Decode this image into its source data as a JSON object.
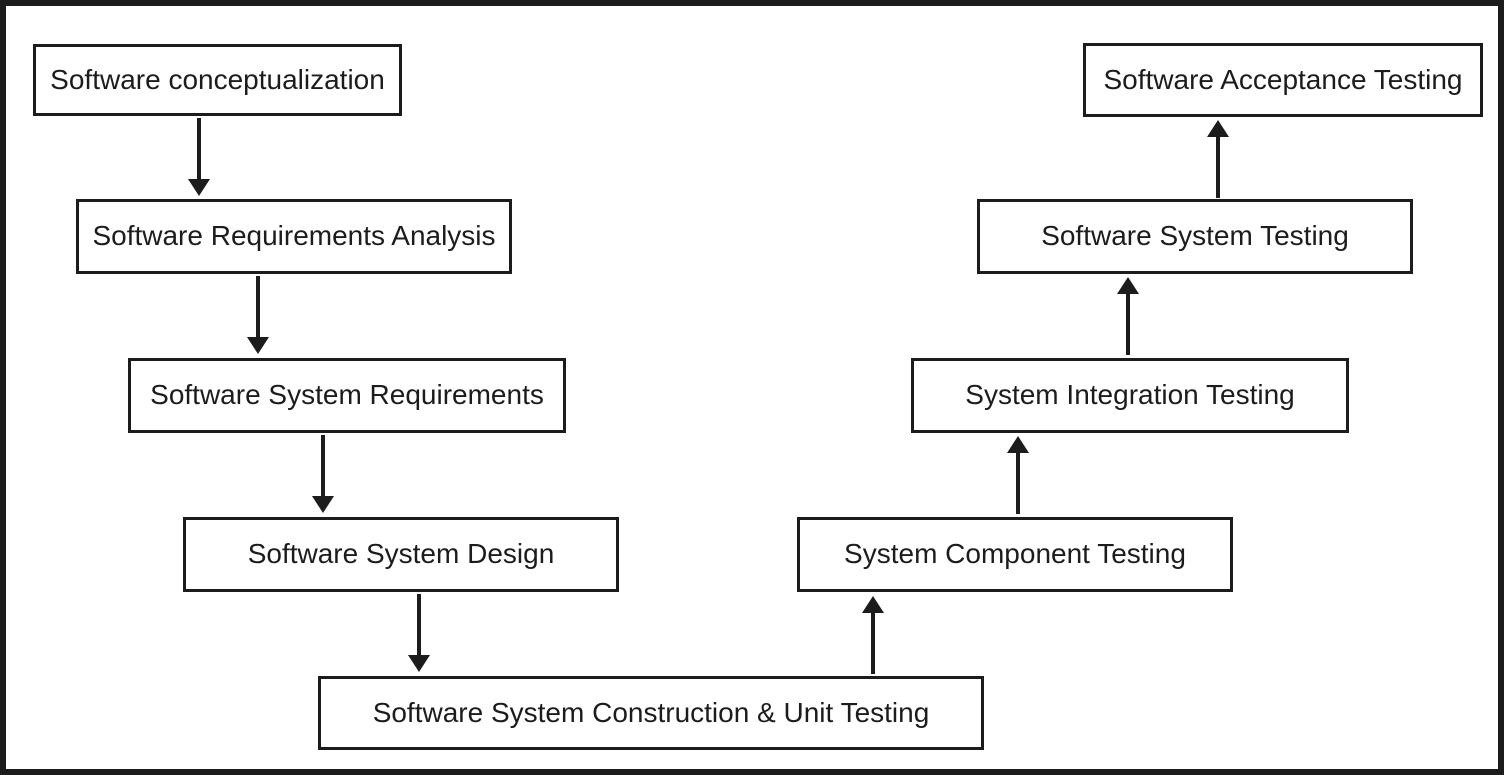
{
  "diagram": {
    "type": "flowchart",
    "description": "V-model software development lifecycle flow diagram",
    "colors": {
      "ink": "#1c1c1c",
      "background": "#ffffff"
    },
    "boxes": [
      {
        "id": "software-conceptualization",
        "label": "Software conceptualization"
      },
      {
        "id": "software-requirements-analysis",
        "label": "Software Requirements Analysis"
      },
      {
        "id": "software-system-requirements",
        "label": "Software System Requirements"
      },
      {
        "id": "software-system-design",
        "label": "Software System Design"
      },
      {
        "id": "software-system-construction-unit-testing",
        "label": "Software System Construction & Unit Testing"
      },
      {
        "id": "system-component-testing",
        "label": "System Component Testing"
      },
      {
        "id": "system-integration-testing",
        "label": "System Integration Testing"
      },
      {
        "id": "software-system-testing",
        "label": "Software System Testing"
      },
      {
        "id": "software-acceptance-testing",
        "label": "Software Acceptance Testing"
      }
    ],
    "arrows": [
      {
        "from": "software-conceptualization",
        "to": "software-requirements-analysis",
        "direction": "down"
      },
      {
        "from": "software-requirements-analysis",
        "to": "software-system-requirements",
        "direction": "down"
      },
      {
        "from": "software-system-requirements",
        "to": "software-system-design",
        "direction": "down"
      },
      {
        "from": "software-system-design",
        "to": "software-system-construction-unit-testing",
        "direction": "down"
      },
      {
        "from": "software-system-construction-unit-testing",
        "to": "system-component-testing",
        "direction": "up"
      },
      {
        "from": "system-component-testing",
        "to": "system-integration-testing",
        "direction": "up"
      },
      {
        "from": "system-integration-testing",
        "to": "software-system-testing",
        "direction": "up"
      },
      {
        "from": "software-system-testing",
        "to": "software-acceptance-testing",
        "direction": "up"
      }
    ]
  }
}
